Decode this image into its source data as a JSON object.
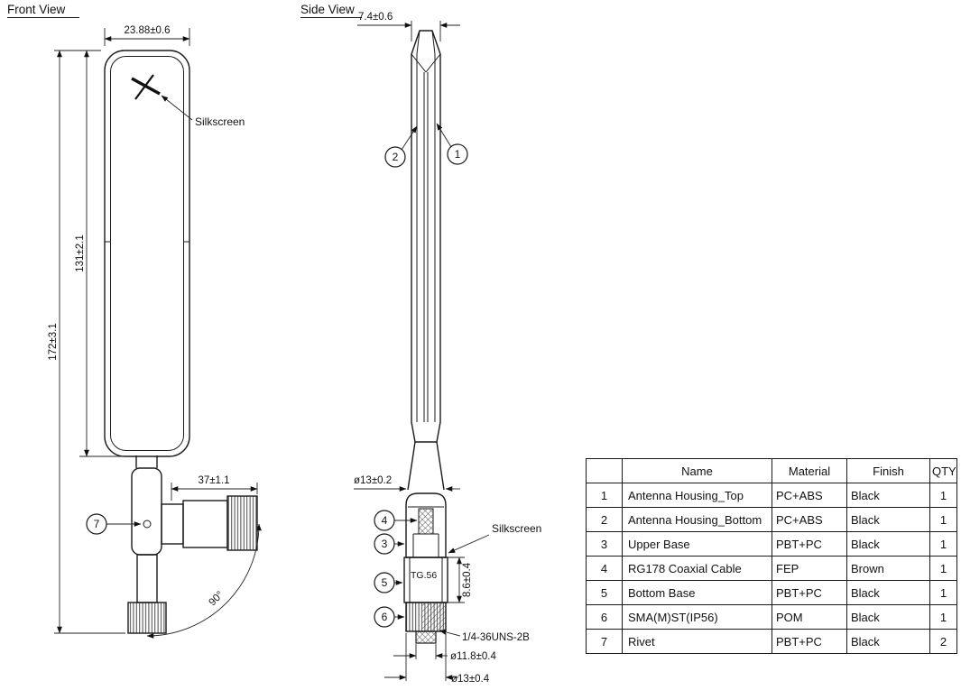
{
  "colors": {
    "line": "#1a1a1a",
    "background": "#ffffff"
  },
  "front_view": {
    "title": "Front View",
    "dims": {
      "width": "23.88±0.6",
      "overall_height": "172±3.1",
      "blade_height": "131±2.1",
      "connector_length": "37±1.1",
      "rotation_angle": "90°"
    },
    "labels": {
      "silkscreen": "Silkscreen"
    },
    "balloons": {
      "rivet": "7"
    }
  },
  "side_view": {
    "title": "Side View",
    "dims": {
      "thickness": "7.4±0.6",
      "base_diameter": "ø13±0.2",
      "base_height": "8.6±0.4",
      "thread_spec": "1/4-36UNS-2B",
      "thread_diameter": "ø11.8±0.4",
      "nut_diameter": "ø13±0.4"
    },
    "labels": {
      "silkscreen": "Silkscreen",
      "marking": "TG.56"
    },
    "balloons": {
      "housing_top": "1",
      "housing_bottom": "2",
      "upper_base": "3",
      "coax_cable": "4",
      "bottom_base": "5",
      "sma_connector": "6"
    }
  },
  "bom_table": {
    "headers": [
      "",
      "Name",
      "Material",
      "Finish",
      "QTY"
    ],
    "rows": [
      {
        "no": "1",
        "name": "Antenna Housing_Top",
        "material": "PC+ABS",
        "finish": "Black",
        "qty": "1"
      },
      {
        "no": "2",
        "name": "Antenna Housing_Bottom",
        "material": "PC+ABS",
        "finish": "Black",
        "qty": "1"
      },
      {
        "no": "3",
        "name": "Upper Base",
        "material": "PBT+PC",
        "finish": "Black",
        "qty": "1"
      },
      {
        "no": "4",
        "name": "RG178 Coaxial Cable",
        "material": "FEP",
        "finish": "Brown",
        "qty": "1"
      },
      {
        "no": "5",
        "name": "Bottom Base",
        "material": "PBT+PC",
        "finish": "Black",
        "qty": "1"
      },
      {
        "no": "6",
        "name": "SMA(M)ST(IP56)",
        "material": "POM",
        "finish": "Black",
        "qty": "1"
      },
      {
        "no": "7",
        "name": "Rivet",
        "material": "PBT+PC",
        "finish": "Black",
        "qty": "2"
      }
    ]
  }
}
